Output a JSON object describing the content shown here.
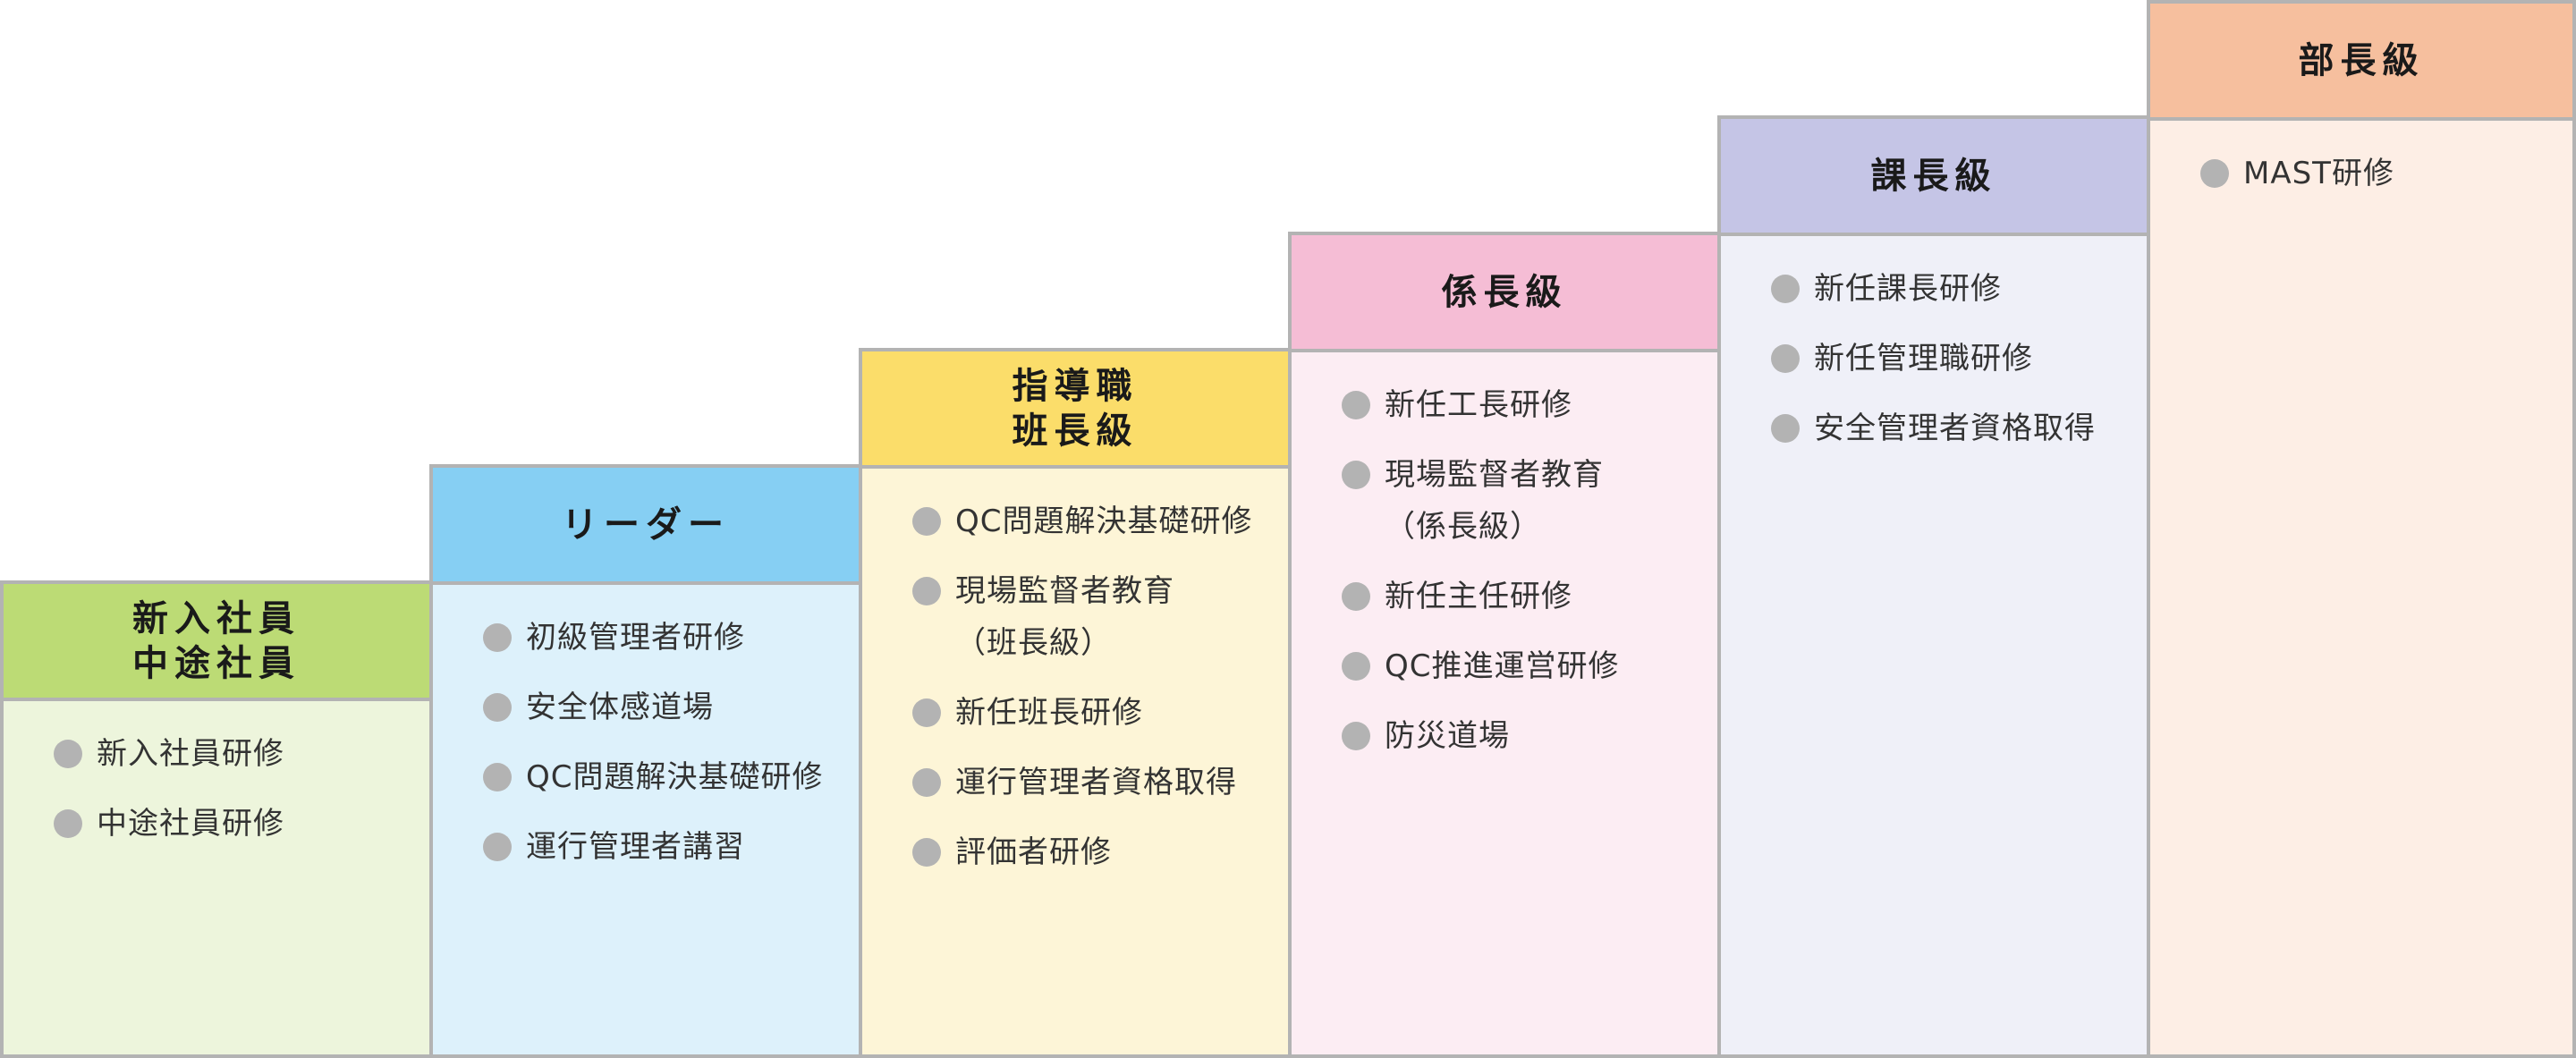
{
  "diagram_data": {
    "type": "staircase",
    "steps": [
      {
        "title": "新入社員\n中途社員",
        "header_color": "#bcdb75",
        "body_color": "#edf5dc",
        "courses": [
          "新入社員研修",
          "中途社員研修"
        ]
      },
      {
        "title": "リーダー",
        "header_color": "#86cff3",
        "body_color": "#ddf1fb",
        "courses": [
          "初級管理者研修",
          "安全体感道場",
          "QC問題解決基礎研修",
          "運行管理者講習"
        ]
      },
      {
        "title": "指導職\n班長級",
        "header_color": "#fbdd6a",
        "body_color": "#fdf5d7",
        "courses": [
          "QC問題解決基礎研修",
          "現場監督者教育\n（班長級）",
          "新任班長研修",
          "運行管理者資格取得",
          "評価者研修"
        ]
      },
      {
        "title": "係長級",
        "header_color": "#f5bdd5",
        "body_color": "#fcedf3",
        "courses": [
          "新任工長研修",
          "現場監督者教育\n（係長級）",
          "新任主任研修",
          "QC推進運営研修",
          "防災道場"
        ]
      },
      {
        "title": "課長級",
        "header_color": "#c5c5e6",
        "body_color": "#eff0f8",
        "courses": [
          "新任課長研修",
          "新任管理職研修",
          "安全管理者資格取得"
        ]
      },
      {
        "title": "部長級",
        "header_color": "#f6bf9e",
        "body_color": "#fdeee5",
        "courses": [
          "MAST研修"
        ]
      }
    ]
  }
}
